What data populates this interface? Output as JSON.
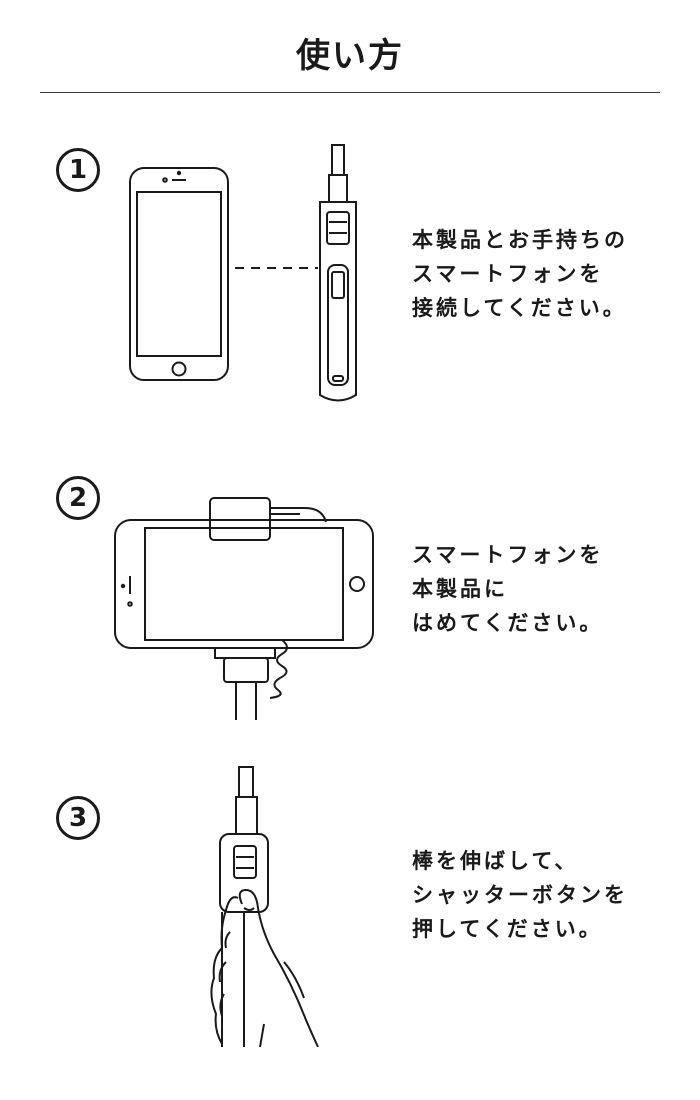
{
  "page": {
    "title": "使い方"
  },
  "steps": [
    {
      "number": "1",
      "lines": [
        "本製品とお手持ちの",
        "スマートフォンを",
        "接続してください。"
      ]
    },
    {
      "number": "2",
      "lines": [
        "スマートフォンを",
        "本製品に",
        "はめてください。"
      ]
    },
    {
      "number": "3",
      "lines": [
        "棒を伸ばして、",
        "シャッターボタンを",
        "押してください。"
      ]
    }
  ]
}
